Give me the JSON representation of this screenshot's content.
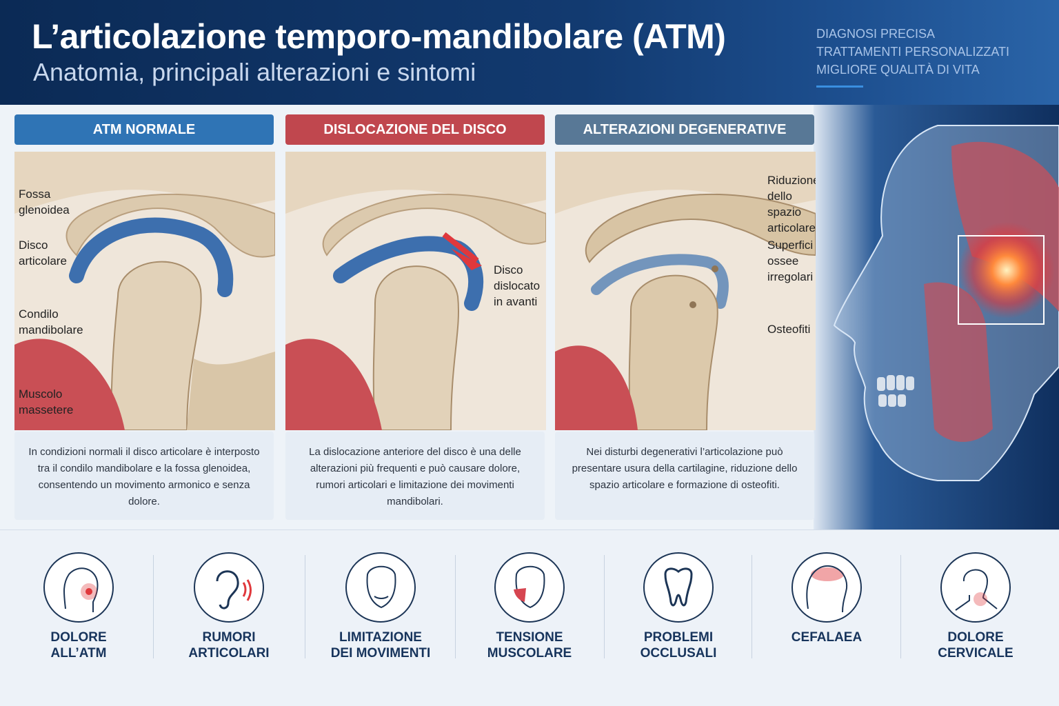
{
  "header": {
    "title": "L’articolazione temporo-mandibolare (ATM)",
    "subtitle": "Anatomia, principali alterazioni e sintomi",
    "taglines": [
      "DIAGNOSI PRECISA",
      "TRATTAMENTI PERSONALIZZATI",
      "MIGLIORE QUALITÀ DI VITA"
    ]
  },
  "panels": [
    {
      "title": "ATM NORMALE",
      "labels": [
        "Fossa\nglenoidea",
        "Disco\narticolare",
        "Condilo\nmandibolare",
        "Muscolo\nmassetere"
      ],
      "text": "In condizioni normali il disco articolare è interposto tra il condilo mandibolare e la fossa glenoidea, consentendo un movimento armonico e senza dolore."
    },
    {
      "title": "DISLOCAZIONE DEL DISCO",
      "labels": [
        "Disco\ndislocato\nin avanti"
      ],
      "text": "La dislocazione anteriore del disco è una delle alterazioni più frequenti e può causare dolore, rumori articolari e limitazione dei movimenti mandibolari."
    },
    {
      "title": "ALTERAZIONI DEGENERATIVE",
      "labels": [
        "Riduzione\ndello spazio\narticolare",
        "Superfici\nossee\nirregolari",
        "Osteofiti"
      ],
      "text": "Nei disturbi degenerativi l’articolazione può presentare usura della cartilagine, riduzione dello spazio articolare e formazione di osteofiti."
    }
  ],
  "colors": {
    "panel1": "#2f74b5",
    "panel2": "#c0474e",
    "panel3": "#587896",
    "header": "#0b2a55",
    "accent_red": "#e0383c"
  },
  "symptoms": [
    {
      "label": "DOLORE\nALL’ATM",
      "icon": "head-pain-icon"
    },
    {
      "label": "RUMORI\nARTICOLARI",
      "icon": "ear-sound-icon"
    },
    {
      "label": "LIMITAZIONE\nDEI MOVIMENTI",
      "icon": "face-jaw-icon"
    },
    {
      "label": "TENSIONE\nMUSCOLARE",
      "icon": "face-muscle-icon"
    },
    {
      "label": "PROBLEMI\nOCCLUSALI",
      "icon": "tooth-icon"
    },
    {
      "label": "CEFALAEA",
      "icon": "headache-icon"
    },
    {
      "label": "DOLORE\nCERVICALE",
      "icon": "neck-pain-icon"
    }
  ]
}
